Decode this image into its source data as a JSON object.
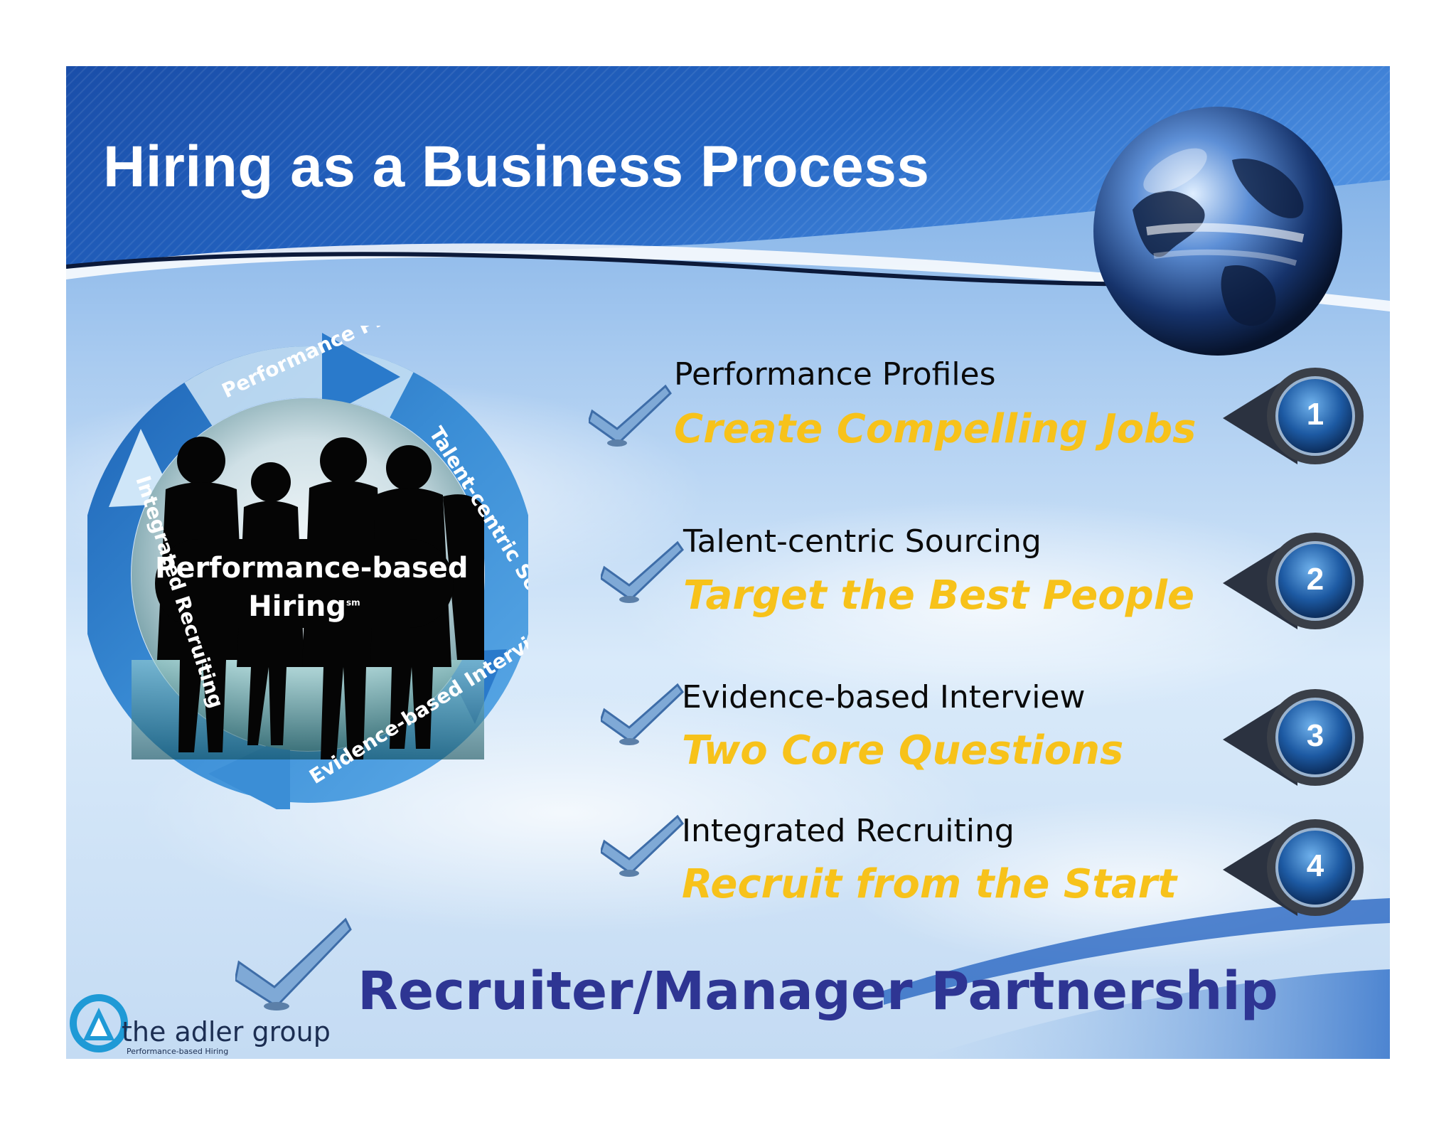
{
  "slide": {
    "title": "Hiring as a Business Process",
    "cycle": {
      "center_line1": "Performance-based",
      "center_line2": "Hiring",
      "center_mark": "sm",
      "segments": [
        "Performance Profiles",
        "Talent-centric Sourcing",
        "Evidence-based Interviewing",
        "Integrated Recruiting"
      ]
    },
    "steps": [
      {
        "number": "1",
        "title": "Performance Profiles",
        "subtitle": "Create Compelling Jobs"
      },
      {
        "number": "2",
        "title": "Talent-centric Sourcing",
        "subtitle": "Target the Best People"
      },
      {
        "number": "3",
        "title": "Evidence-based Interview",
        "subtitle": "Two Core Questions"
      },
      {
        "number": "4",
        "title": "Integrated Recruiting",
        "subtitle": "Recruit from the Start"
      }
    ],
    "footer": "Recruiter/Manager Partnership",
    "logo": {
      "name": "the adler group",
      "tagline": "Performance-based Hiring"
    }
  },
  "colors": {
    "header_blue": "#1d55b0",
    "sky_light": "#cfe4f7",
    "accent_yellow": "#f7c21a",
    "footer_navy": "#2e3593"
  },
  "icons": [
    "globe-icon",
    "checkmark-icon",
    "arrow-badge-icon",
    "logo-icon"
  ]
}
